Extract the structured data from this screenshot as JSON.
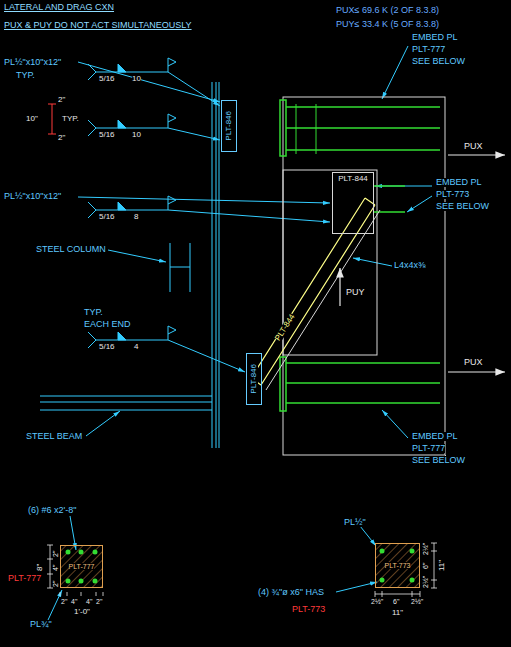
{
  "diagram": {
    "nodes": [
      {
        "text": [
          "PLT-846"
        ]
      },
      {
        "text": [
          "PLT-844"
        ]
      },
      {
        "text": [
          "PLT-846"
        ]
      },
      {
        "text": [
          "PLT-777"
        ]
      },
      {
        "text": [
          "PLT-773"
        ]
      }
    ],
    "labels": [
      "LATERAL AND DRAG CXN",
      "PUX & PUY DO NOT ACT SIMULTANEOUSLY",
      "PUX≤ 69.6 K (2 OF 8.3.8)",
      "PUY≤ 33.4 K (5 OF 8.3.8)",
      "PL½\"x10\"x12\"",
      "TYP.",
      "5/16",
      "10",
      "2\"",
      "10\"",
      "TYP.",
      "2\"",
      "5/16",
      "10",
      "PL½\"x10\"x12\"",
      "5/16",
      "8",
      "STEEL COLUMN",
      "TYP.",
      "EACH END",
      "5/16",
      "4",
      "STEEL BEAM",
      "EMBED PL",
      "PLT-777",
      "SEE BELOW",
      "PUX",
      "EMBED PL",
      "PLT-773",
      "SEE BELOW",
      "L4x4x⅜",
      "PUY",
      "PLT-844",
      "PUX",
      "EMBED PL",
      "PLT-777",
      "SEE BELOW",
      "(6) #6 x2'-8\"",
      "PLT-777",
      "8\"",
      "2\"",
      "4\"",
      "2\"",
      "2\"",
      "4\"",
      "4\"",
      "2\"",
      "1'-0\"",
      "PL¾\"",
      "PL½\"",
      "(4) ¾\"ø x6\" HAS",
      "PLT-773",
      "2½\"",
      "6\"",
      "2½\"",
      "11\"",
      "2½\"",
      "6\"",
      "2½\"",
      "11\""
    ]
  }
}
